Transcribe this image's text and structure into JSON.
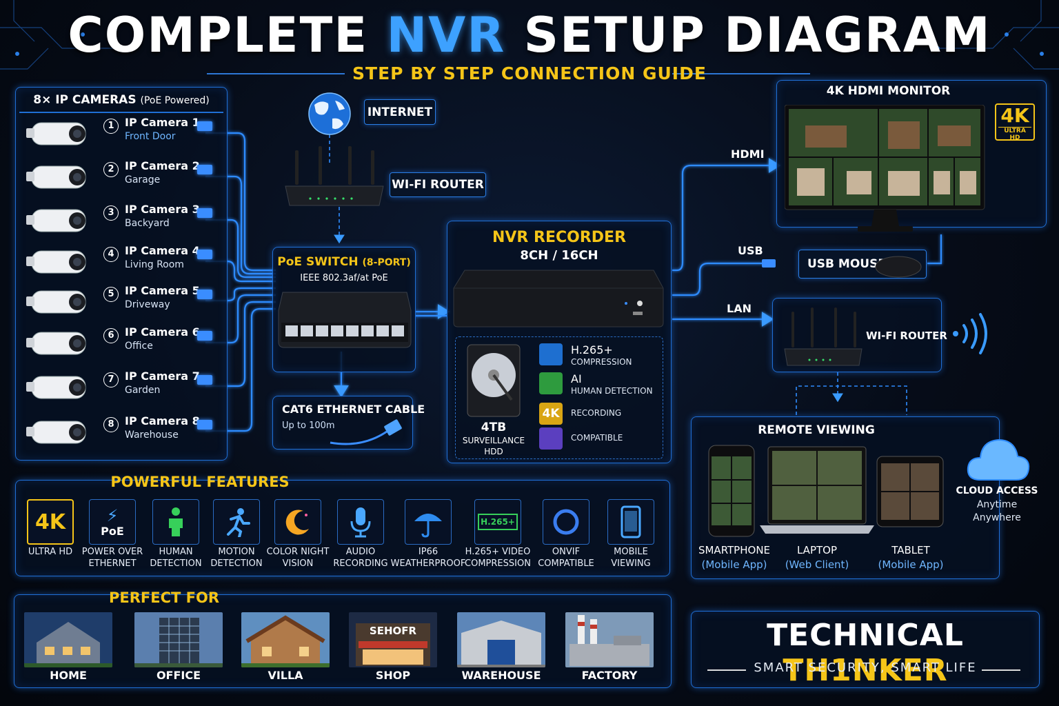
{
  "title": {
    "part1": "COMPLETE",
    "part2": "NVR",
    "part3": "SETUP DIAGRAM"
  },
  "subtitle": "STEP BY STEP CONNECTION GUIDE",
  "cameras": {
    "header_main": "8× IP CAMERAS",
    "header_sub": "(PoE Powered)",
    "items": [
      {
        "num": "1",
        "name": "IP Camera 1",
        "location": "Front Door"
      },
      {
        "num": "2",
        "name": "IP Camera 2",
        "location": "Garage"
      },
      {
        "num": "3",
        "name": "IP Camera 3",
        "location": "Backyard"
      },
      {
        "num": "4",
        "name": "IP Camera 4",
        "location": "Living Room"
      },
      {
        "num": "5",
        "name": "IP Camera 5",
        "location": "Driveway"
      },
      {
        "num": "6",
        "name": "IP Camera 6",
        "location": "Office"
      },
      {
        "num": "7",
        "name": "IP Camera 7",
        "location": "Garden"
      },
      {
        "num": "8",
        "name": "IP Camera 8",
        "location": "Warehouse"
      }
    ]
  },
  "internet_label": "INTERNET",
  "router_top_label": "WI-FI ROUTER",
  "poe_switch": {
    "title": "PoE SWITCH",
    "ports": "(8-PORT)",
    "standard": "IEEE 802.3af/at PoE"
  },
  "cable": {
    "title": "CAT6 ETHERNET CABLE",
    "sub": "Up to 100m"
  },
  "nvr": {
    "title": "NVR RECORDER",
    "channels": "8CH / 16CH"
  },
  "hdd": {
    "size": "4TB",
    "line1": "SURVEILLANCE",
    "line2": "HDD"
  },
  "specs": [
    {
      "t1": "H.265+",
      "t2": "COMPRESSION",
      "color": "#1e6fd0"
    },
    {
      "t1": "AI",
      "t2": "HUMAN DETECTION",
      "color": "#2e9b3e"
    },
    {
      "t1": "",
      "t2": "RECORDING",
      "badge": "4K",
      "color": "#d9a514"
    },
    {
      "t1": "",
      "t2": "COMPATIBLE",
      "color": "#5b3fbf"
    }
  ],
  "monitor": {
    "title": "4K HDMI MONITOR",
    "badge": "4K",
    "badge_sub": "ULTRA HD"
  },
  "links": {
    "hdmi": "HDMI",
    "usb": "USB",
    "lan": "LAN"
  },
  "usb_mouse": "USB MOUSE",
  "router_right_label": "WI-FI ROUTER",
  "remote": {
    "title": "REMOTE VIEWING",
    "devices": [
      {
        "name": "SMARTPHONE",
        "sub": "(Mobile App)"
      },
      {
        "name": "LAPTOP",
        "sub": "(Web Client)"
      },
      {
        "name": "TABLET",
        "sub": "(Mobile App)"
      }
    ],
    "cloud": {
      "title": "CLOUD ACCESS",
      "l1": "Anytime",
      "l2": "Anywhere"
    }
  },
  "features": {
    "title": "POWERFUL FEATURES",
    "items": [
      {
        "icon": "4K",
        "label": "ULTRA HD",
        "icon_name": "4k-icon"
      },
      {
        "icon": "PoE",
        "label": "POWER OVER ETHERNET",
        "icon_name": "poe-icon"
      },
      {
        "icon": "",
        "label": "HUMAN DETECTION",
        "icon_name": "human-icon"
      },
      {
        "icon": "",
        "label": "MOTION DETECTION",
        "icon_name": "running-person-icon"
      },
      {
        "icon": "",
        "label": "COLOR NIGHT VISION",
        "icon_name": "moon-icon"
      },
      {
        "icon": "",
        "label": "AUDIO RECORDING",
        "icon_name": "microphone-icon"
      },
      {
        "icon": "",
        "label": "IP66 WEATHERPROOF",
        "icon_name": "umbrella-icon"
      },
      {
        "icon": "H.265+",
        "label": "H.265+ VIDEO COMPRESSION",
        "icon_name": "h265-icon"
      },
      {
        "icon": "",
        "label": "ONVIF COMPATIBLE",
        "icon_name": "onvif-icon"
      },
      {
        "icon": "",
        "label": "MOBILE VIEWING",
        "icon_name": "mobile-icon"
      }
    ]
  },
  "perfect_for": {
    "title": "PERFECT FOR",
    "items": [
      "HOME",
      "OFFICE",
      "VILLA",
      "SHOP",
      "WAREHOUSE",
      "FACTORY"
    ],
    "shop_sign": "SEHOFR"
  },
  "brand": {
    "part1": "TECHNICAL",
    "part2": "TH1NKER",
    "tagline": "SMART SECURITY, SMART LIFE"
  },
  "colors": {
    "accent_blue": "#2a7fe8",
    "accent_yellow": "#f5c518",
    "panel_border": "#1f6fd6"
  }
}
